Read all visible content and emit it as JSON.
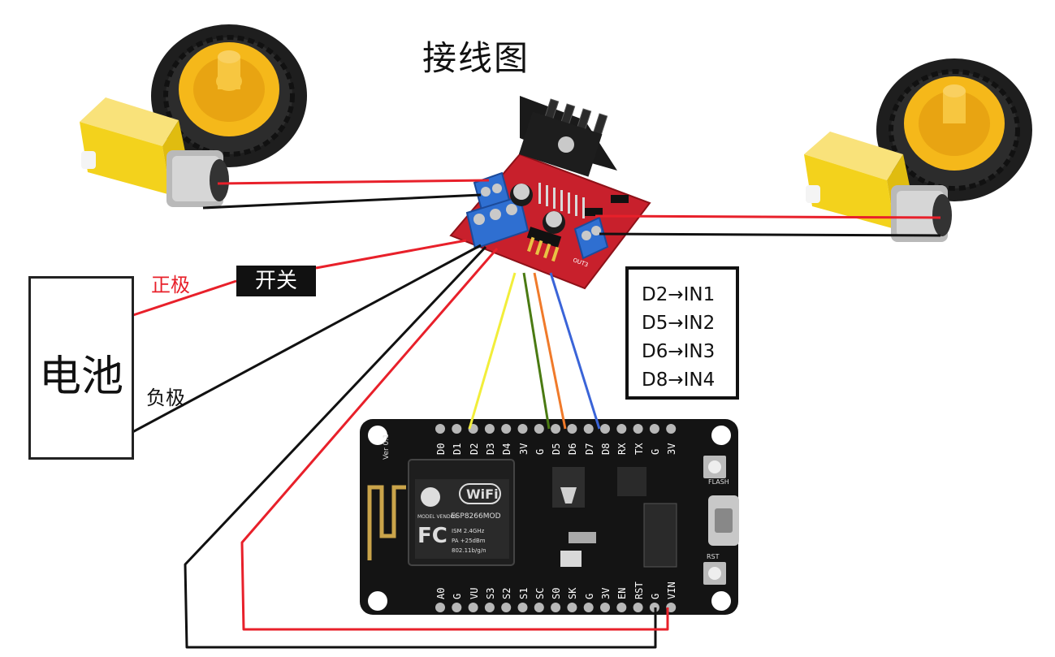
{
  "title": "接线图",
  "battery": {
    "label": "电池",
    "positive": "正极",
    "negative": "负极"
  },
  "switch": {
    "label": "开关"
  },
  "pin_map": [
    {
      "text": "D2→IN1"
    },
    {
      "text": "D5→IN2"
    },
    {
      "text": "D6→IN3"
    },
    {
      "text": "D8→IN4"
    }
  ],
  "esp_top_pins": [
    "D0",
    "D1",
    "D2",
    "D3",
    "D4",
    "3V",
    "G",
    "D5",
    "D6",
    "D7",
    "D8",
    "RX",
    "TX",
    "G",
    "3V"
  ],
  "esp_bottom_pins": [
    "A0",
    "G",
    "VU",
    "S3",
    "S2",
    "S1",
    "SC",
    "S0",
    "SK",
    "G",
    "3V",
    "EN",
    "RST",
    "G",
    "VIN"
  ],
  "esp_module": {
    "wifi": "WiFi",
    "model": "ESP8266MOD",
    "fcc": "FC",
    "line1": "ISM 2.4GHz",
    "line2": "PA  +25dBm",
    "line3": "802.11b/g/n",
    "vendor": "MODEL VENDOR",
    "ver": "Ver 0.1"
  },
  "esp_buttons": {
    "flash": "FLASH",
    "rst": "RST"
  },
  "driver_labels": {
    "out3": "OUT3"
  },
  "colors": {
    "red_wire": "#e8202a",
    "black_wire": "#111111",
    "yellow_wire": "#f2ee3a",
    "green_wire": "#4a7a12",
    "orange_wire": "#f07a2a",
    "blue_wire": "#3a64d8",
    "board_red": "#c8202c",
    "wheel_yellow": "#f5b81a",
    "motor_yellow": "#f3d21c"
  }
}
